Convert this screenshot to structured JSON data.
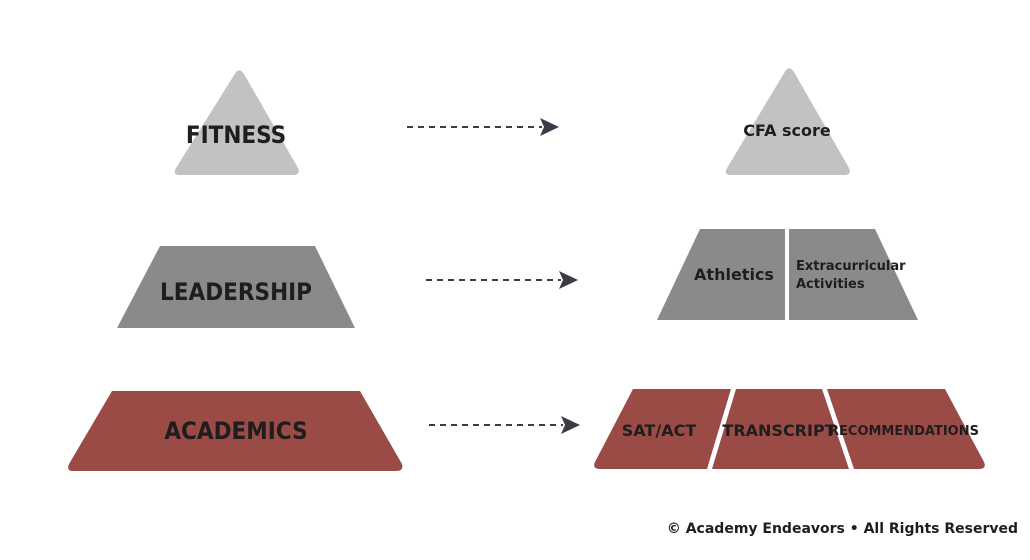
{
  "colors": {
    "fitness": "#c3c1c2",
    "leadership": "#8b8a8a",
    "academics": "#9b4b45",
    "arrow": "#3a3d46",
    "text": "#1f1d1e"
  },
  "left_pyramid": {
    "fitness": "FITNESS",
    "leadership": "LEADERSHIP",
    "academics": "ACADEMICS"
  },
  "right_pyramid": {
    "fitness": {
      "item": "CFA score"
    },
    "leadership": {
      "items": [
        "Athletics",
        "Extracurricular",
        "Activities"
      ]
    },
    "academics": {
      "items": [
        "SAT/ACT",
        "TRANSCRIPT",
        "RECOMMENDATIONS"
      ]
    }
  },
  "footer": {
    "copyright": "© Academy Endeavors • All Rights Reserved"
  }
}
